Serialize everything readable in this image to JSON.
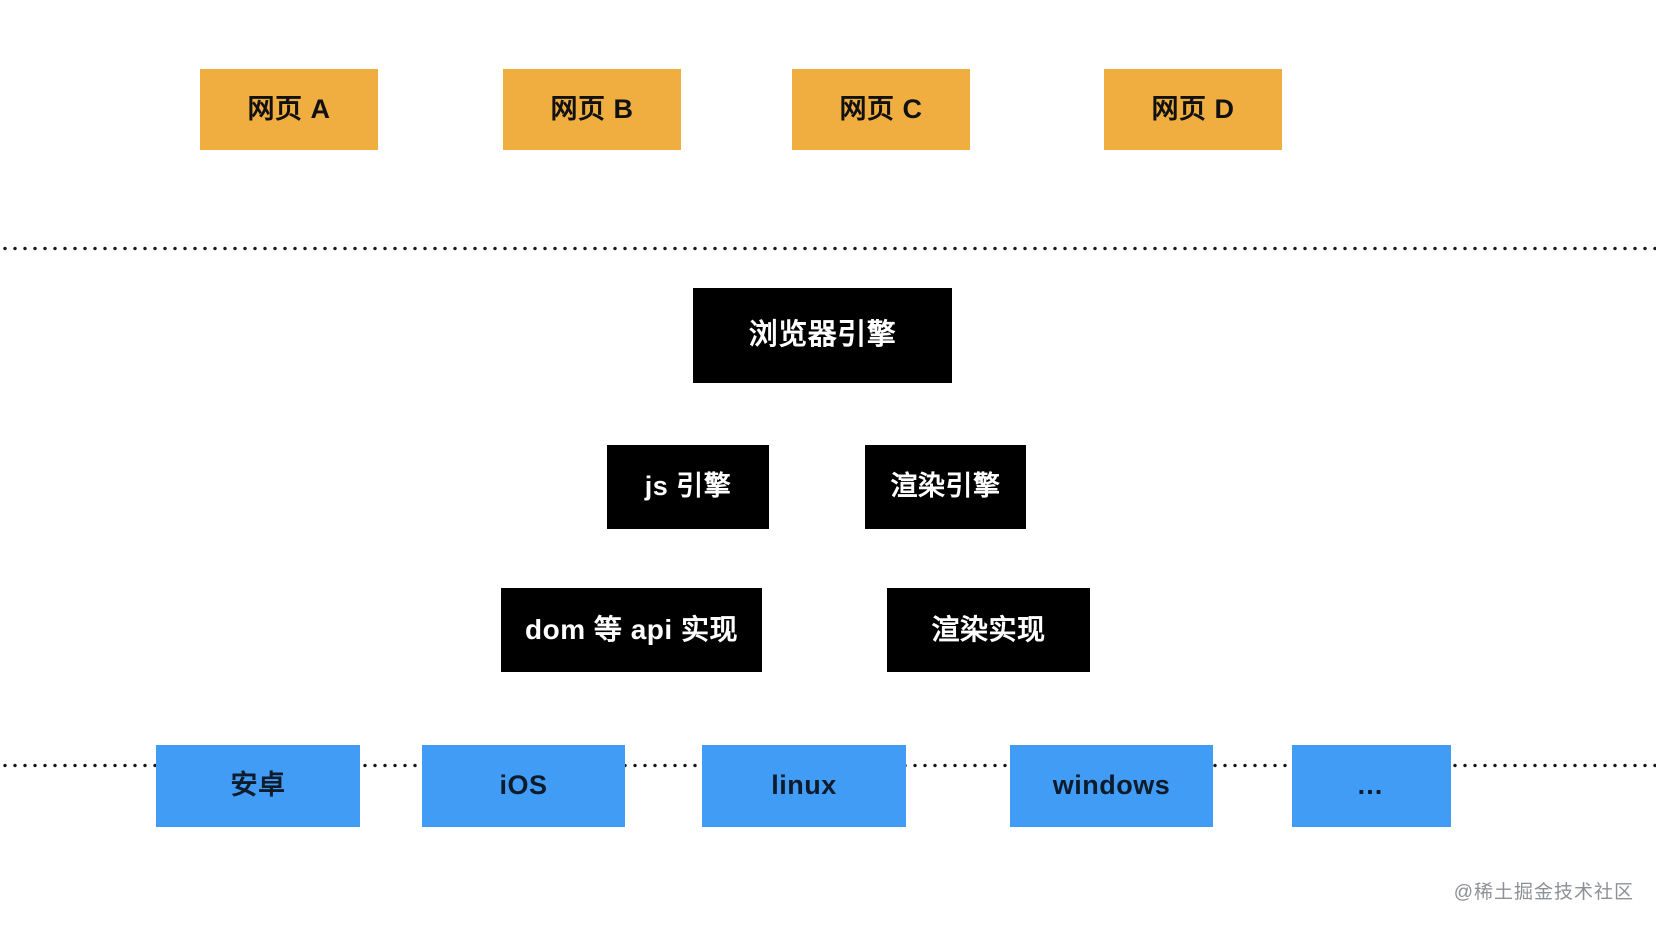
{
  "diagram": {
    "title": "browser architecture layers",
    "background_color": "#ffffff",
    "layers": {
      "web": {
        "name": "web-pages-layer",
        "color": "#efae3f",
        "nodes": [
          {
            "label": "网页 A",
            "name": "node-webpage-a"
          },
          {
            "label": "网页 B",
            "name": "node-webpage-b"
          },
          {
            "label": "网页 C",
            "name": "node-webpage-c"
          },
          {
            "label": "网页 D",
            "name": "node-webpage-d"
          }
        ]
      },
      "engine": {
        "name": "browser-engine-layer",
        "color": "#000000",
        "nodes": [
          {
            "label": "浏览器引擎",
            "name": "node-browser-engine"
          },
          {
            "label": "js 引擎",
            "name": "node-js-engine"
          },
          {
            "label": "渲染引擎",
            "name": "node-render-engine"
          },
          {
            "label": "dom 等 api 实现",
            "name": "node-dom-api"
          },
          {
            "label": "渲染实现",
            "name": "node-render-impl"
          }
        ]
      },
      "os": {
        "name": "operating-system-layer",
        "color": "#419cf6",
        "nodes": [
          {
            "label": "安卓",
            "name": "node-android"
          },
          {
            "label": "iOS",
            "name": "node-ios"
          },
          {
            "label": "linux",
            "name": "node-linux"
          },
          {
            "label": "windows",
            "name": "node-windows"
          },
          {
            "label": "…",
            "name": "node-more"
          }
        ]
      }
    },
    "dividers": [
      {
        "name": "divider-top",
        "style": "dotted"
      },
      {
        "name": "divider-bottom",
        "style": "dotted"
      }
    ],
    "watermark": "@稀土掘金技术社区"
  }
}
